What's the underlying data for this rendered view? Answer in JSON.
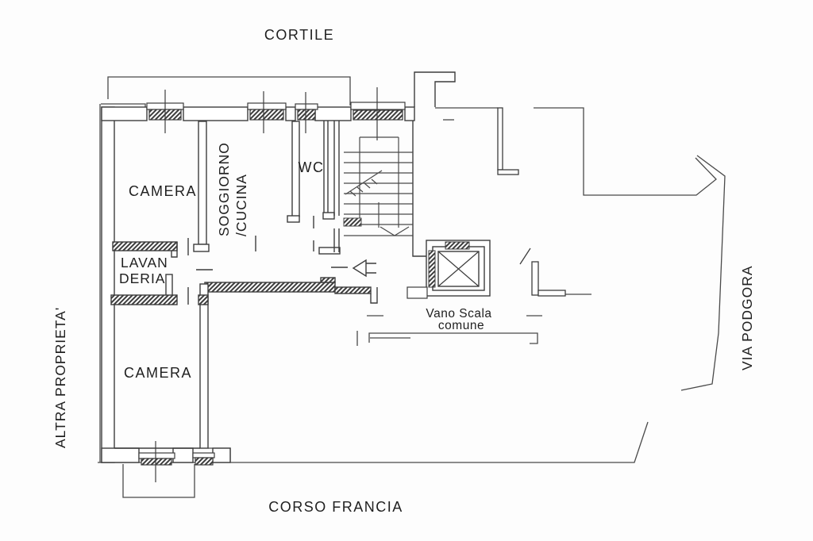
{
  "plan": {
    "title_area": "CORTILE",
    "surroundings": {
      "top": "CORTILE",
      "bottom": "CORSO FRANCIA",
      "left": "ALTRA PROPRIETA'",
      "right": "VIA PODGORA"
    },
    "rooms": {
      "camera_top": "CAMERA",
      "camera_bottom": "CAMERA",
      "soggiorno_line1": "SOGGIORNO",
      "soggiorno_line2": "/CUCINA",
      "wc": "WC",
      "lavanderia_line1": "LAVAN",
      "lavanderia_line2": "DERIA",
      "stairwell_line1": "Vano Scala",
      "stairwell_line2": "comune"
    },
    "colors": {
      "line": "#3d3d3d",
      "text": "#1f1f1f",
      "background": "#fdfdfd",
      "hatch": "#3d3d3d"
    }
  }
}
